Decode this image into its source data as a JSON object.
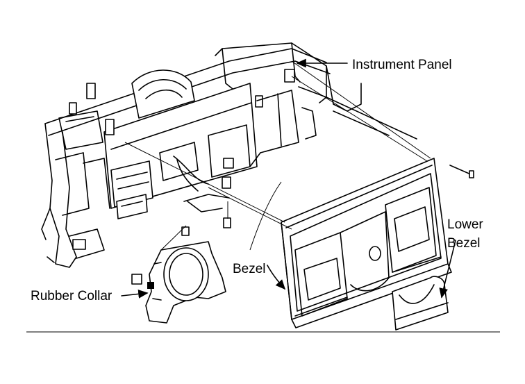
{
  "labels": {
    "instrument_panel": "Instrument Panel",
    "lower_line1": "Lower",
    "lower_line2": "Bezel",
    "bezel": "Bezel",
    "rubber_collar": "Rubber Collar"
  },
  "colors": {
    "ink": "#000000",
    "paper": "#ffffff"
  }
}
